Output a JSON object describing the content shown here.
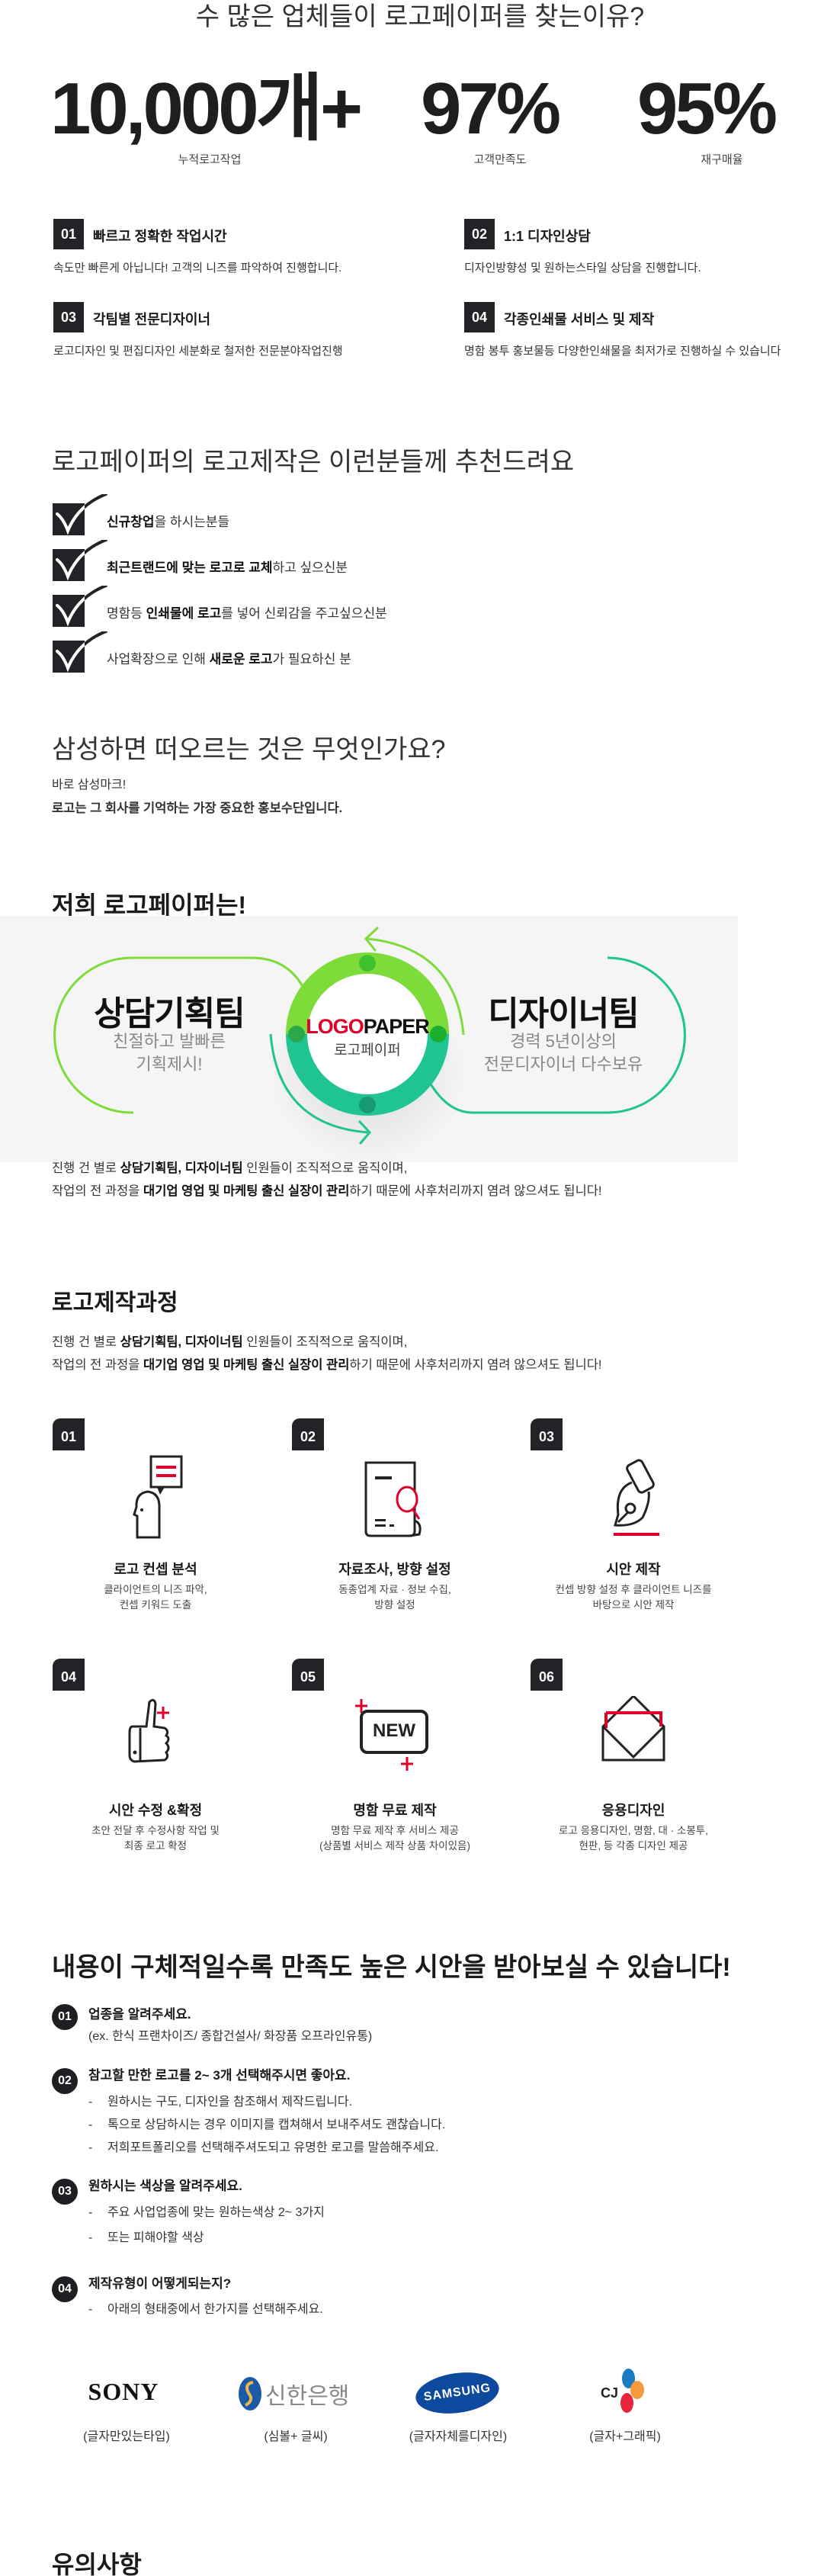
{
  "colors": {
    "dark": "#222326",
    "green": "#7ddc3a",
    "teal": "#20c493",
    "red": "#e0002a",
    "gray_bg": "#f5f5f5"
  },
  "reasons": {
    "title": "수 많은 업체들이 로고페이퍼를 찾는이유?",
    "stats": [
      {
        "value": "10,000개+",
        "label": "누적로고작업"
      },
      {
        "value": "97%",
        "label": "고객만족도"
      },
      {
        "value": "95%",
        "label": "재구매율"
      }
    ],
    "features": [
      {
        "num": "01",
        "title": "빠르고 정확한 작업시간",
        "desc": "속도만 빠른게 아닙니다! 고객의 니즈를 파악하여 진행합니다."
      },
      {
        "num": "02",
        "title": "1:1 디자인상담",
        "desc": "디자인방향성 및 원하는스타일 상담을 진행합니다."
      },
      {
        "num": "03",
        "title": "각팀별 전문디자이너",
        "desc": "로고디자인 및 편집디자인 세분화로 철저한 전문분야작업진행"
      },
      {
        "num": "04",
        "title": "각종인쇄물 서비스 및 제작",
        "desc": "명함 봉투 홍보물등 다양한인쇄물을 최저가로 진행하실 수 있습니다"
      }
    ]
  },
  "recommend": {
    "title": "로고페이퍼의 로고제작은 이런분들께 추천드려요",
    "items": [
      [
        "",
        "신규창업",
        "을 하시는분들"
      ],
      [
        "",
        "최근트랜드에 맞는 로고로 교체",
        "하고 싶으신분"
      ],
      [
        "명함등 ",
        "인쇄물에 로고",
        "를 넣어 신뢰감을 주고싶으신분"
      ],
      [
        "사업확장으로 인해 ",
        "새로운 로고",
        "가 필요하신 분"
      ]
    ]
  },
  "samsung": {
    "title": "삼성하면 떠오르는 것은 무엇인가요?",
    "line1": "바로 삼성마크!",
    "line2": "로고는 그 회사를 기억하는 가장 중요한 홍보수단입니다."
  },
  "teams": {
    "title": "저희 로고페이퍼는!",
    "left": {
      "name": "상담기획팀",
      "desc1": "친절하고 발빠른",
      "desc2": "기획제시!"
    },
    "right": {
      "name": "디자이너팀",
      "desc1": "경력 5년이상의",
      "desc2": "전문디자이너 다수보유"
    },
    "logo": {
      "brand_a": "LOGO",
      "brand_b": "PAPER",
      "sub": "로고페이퍼"
    },
    "para": [
      [
        "진행 건 별로 ",
        "상담기획팀, 디자이너팀",
        " 인원들이 조직적으로 움직이며,"
      ],
      [
        "작업의 전 과정을 ",
        "대기업 영업 및 마케팅 출신 실장이 관리",
        "하기 때문에 사후처리까지 염려 않으셔도 됩니다!"
      ]
    ]
  },
  "process": {
    "title": "로고제작과정",
    "para": [
      [
        "진행 건 별로 ",
        "상담기획팀, 디자이너팀",
        " 인원들이 조직적으로 움직이며,"
      ],
      [
        "작업의 전 과정을 ",
        "대기업 영업 및 마케팅 출신 실장이 관리",
        "하기 때문에 사후처리까지 염려 않으셔도 됩니다!"
      ]
    ],
    "steps": [
      {
        "num": "01",
        "icon": "consultation-icon",
        "title": "로고 컨셉 분석",
        "desc1": "클라이언트의 니즈 파악,",
        "desc2": "컨셉 키워드 도출"
      },
      {
        "num": "02",
        "icon": "document-search-icon",
        "title": "자료조사, 방향 설정",
        "desc1": "동종업계 자료 · 정보 수집,",
        "desc2": "방향 설정"
      },
      {
        "num": "03",
        "icon": "pen-nib-icon",
        "title": "시안 제작",
        "desc1": "컨셉 방향 설정 후 클라이언트 니즈를",
        "desc2": "바탕으로 시안 제작"
      },
      {
        "num": "04",
        "icon": "thumbs-up-icon",
        "title": "시안 수정 &확정",
        "desc1": "초안 전달 후 수정사항 작업 및",
        "desc2": "최종 로고 확정"
      },
      {
        "num": "05",
        "icon": "new-badge-icon",
        "icon_text": "NEW",
        "title": "명함 무료 제작",
        "desc1": "명함 무료 제작 후 서비스 제공",
        "desc2": "(상품별 서비스 제작 상품 차이있음)"
      },
      {
        "num": "06",
        "icon": "envelope-icon",
        "title": "응용디자인",
        "desc1": "로고 응용디자인, 명함, 대 · 소봉투,",
        "desc2": "현판, 등 각종 디자인 제공"
      }
    ]
  },
  "tips": {
    "title": "내용이 구체적일수록 만족도 높은 시안을 받아보실 수 있습니다!",
    "items": [
      {
        "num": "01",
        "title": "업종을 알려주세요.",
        "sub": "(ex. 한식 프랜차이즈/ 종합건설사/ 화장품 오프라인유통)"
      },
      {
        "num": "02",
        "title": "참고할 만한 로고를 2~ 3개 선택해주시면 좋아요.",
        "bullets": [
          "원하시는 구도, 디자인을 참조해서 제작드립니다.",
          "톡으로 상담하시는 경우 이미지를 캡쳐해서 보내주셔도 괜찮습니다.",
          "저희포트폴리오를 선택해주셔도되고 유명한 로고를 말씀해주세요."
        ]
      },
      {
        "num": "03",
        "title": "원하시는 색상을 알려주세요.",
        "bullets": [
          "주요 사업업종에 맞는 원하는색상 2~ 3가지",
          "또는 피해야할 색상"
        ]
      },
      {
        "num": "04",
        "title": "제작유형이 어떻게되는지?",
        "bullets": [
          "아래의 형태중에서 한가지를 선택해주세요."
        ]
      }
    ],
    "bullet_mark": "-"
  },
  "logo_types": [
    {
      "name": "SONY",
      "caption": "(글자만있는타입)"
    },
    {
      "name": "신한은행",
      "caption": "(심볼+ 글씨)"
    },
    {
      "name": "SAMSUNG",
      "caption": "(글자자체를디자인)"
    },
    {
      "name": "CJ",
      "caption": "(글자+그래픽)"
    }
  ],
  "notice": {
    "title": "유의사항"
  }
}
